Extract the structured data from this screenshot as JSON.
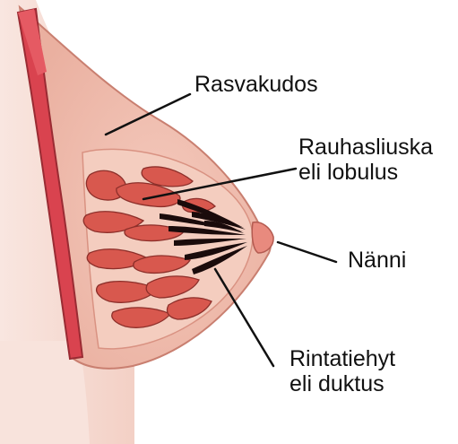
{
  "colors": {
    "skin": "#f6dcd4",
    "skin_shadow": "#eab9ac",
    "fat": "#efb8a9",
    "fat_light": "#f6d2c6",
    "muscle": "#d9434f",
    "muscle_outline": "#9a2b33",
    "lobule": "#d8584e",
    "lobule_outline": "#8d2f2a",
    "duct": "#1a0b0b",
    "nipple": "#e88a7e",
    "leader": "#111111"
  },
  "labels": {
    "fat_tissue": {
      "lines": [
        "Rasvakudos"
      ]
    },
    "lobule": {
      "lines": [
        "Rauhasliuska",
        "eli lobulus"
      ]
    },
    "nipple": {
      "lines": [
        "Nänni"
      ]
    },
    "duct": {
      "lines": [
        "Rintatiehyt",
        "eli duktus"
      ]
    }
  }
}
